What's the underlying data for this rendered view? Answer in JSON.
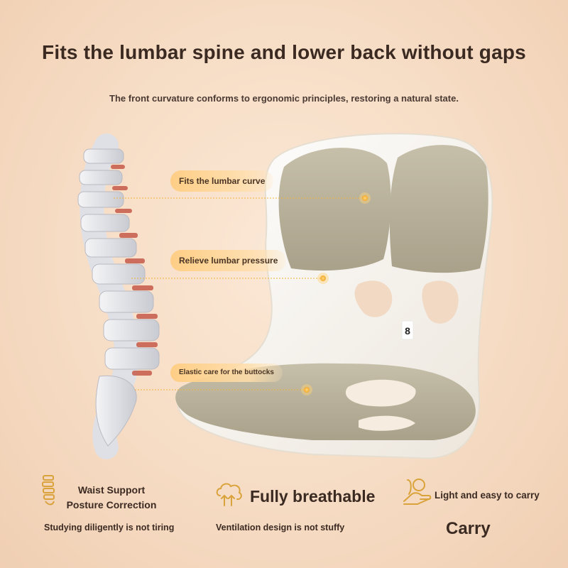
{
  "header": {
    "title": "Fits the lumbar spine and lower back without gaps",
    "subtitle": "The front curvature conforms to ergonomic principles, restoring a natural state."
  },
  "callouts": [
    {
      "label": "Fits the lumbar curve"
    },
    {
      "label": "Relieve lumbar pressure"
    },
    {
      "label": "Elastic care for the buttocks"
    }
  ],
  "product": {
    "logo_text": "8"
  },
  "features": [
    {
      "title": "Waist Support Posture Correction",
      "subtitle": "Studying diligently is not tiring",
      "icon": "spine-icon"
    },
    {
      "title": "Fully breathable",
      "subtitle": "Ventilation design is not stuffy",
      "icon": "airflow-icon"
    },
    {
      "title": "Light and easy to carry",
      "subtitle": "Carry",
      "icon": "carry-hand-icon"
    }
  ],
  "colors": {
    "accent": "#f2b43c",
    "cushion": "#b9b29c",
    "shell": "#fbf8f3",
    "text": "#3b2a22"
  }
}
